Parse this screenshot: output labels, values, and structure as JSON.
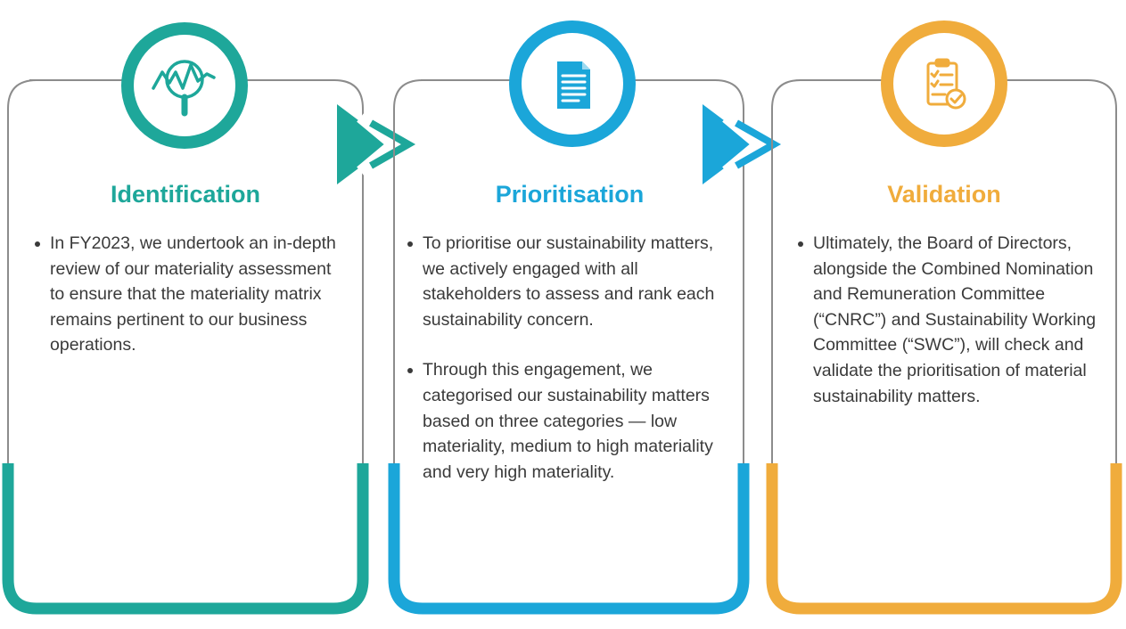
{
  "stages": [
    {
      "title": "Identification",
      "color": "#1ea79a",
      "icon": "magnifier-trend-icon",
      "bullets": [
        "In FY2023, we undertook an in-depth review of our materiality assessment to ensure that the materiality matrix remains pertinent to our business operations."
      ]
    },
    {
      "title": "Prioritisation",
      "color": "#1ba6d9",
      "icon": "document-icon",
      "bullets": [
        "To prioritise our sustainability matters, we actively engaged with all stakeholders to assess and rank each sustainability concern.",
        "Through this engagement, we categorised our sustainability matters based on three categories — low materiality, medium to high materiality and very high materiality."
      ]
    },
    {
      "title": "Validation",
      "color": "#f0ac3c",
      "icon": "checklist-icon",
      "bullets": [
        "Ultimately, the Board of Directors, alongside the Combined Nomination and Remuneration Committee (“CNRC”) and Sustainability Working Committee (“SWC”), will check and validate the prioritisation of material sustainability matters."
      ]
    }
  ],
  "arrows": [
    {
      "color": "#1ea79a",
      "icon": "chevron-right-icon"
    },
    {
      "color": "#1ba6d9",
      "icon": "chevron-right-icon"
    }
  ]
}
